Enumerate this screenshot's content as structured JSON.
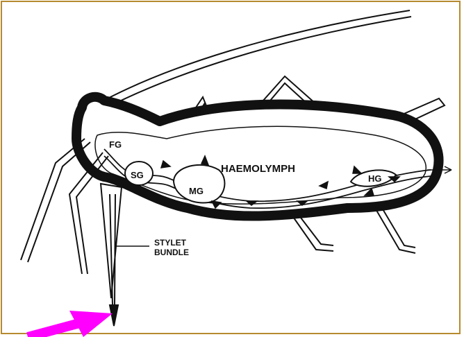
{
  "diagram": {
    "labels": {
      "fg": "FG",
      "sg": "SG",
      "mg": "MG",
      "hg": "HG",
      "haemolymph": "HAEMOLYMPH",
      "stylet_line1": "STYLET",
      "stylet_line2": "BUNDLE"
    },
    "colors": {
      "frame": "#b58a2e",
      "outline": "#111111",
      "pointer_arrow": "#ff00ff"
    }
  }
}
